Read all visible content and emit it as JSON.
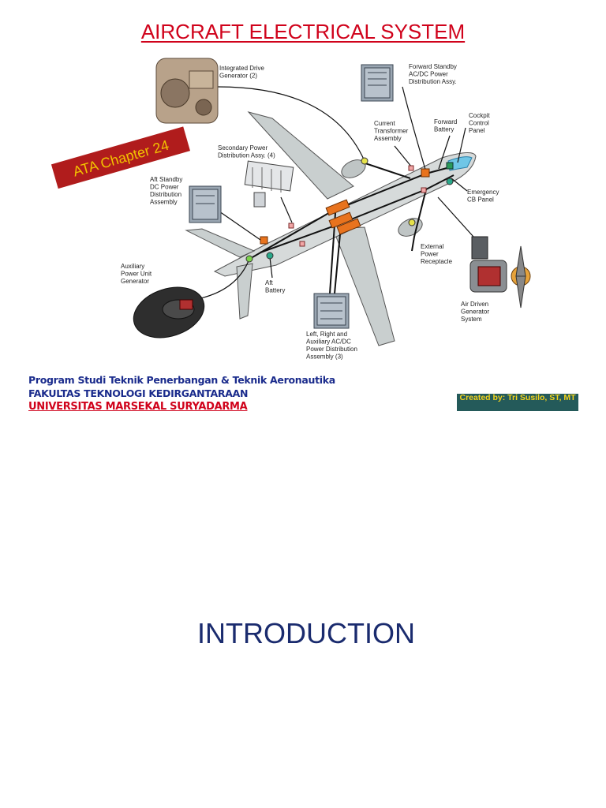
{
  "title": "AIRCRAFT ELECTRICAL SYSTEM",
  "ata_label": "ATA Chapter 24",
  "diagram": {
    "labels": {
      "idg": [
        "Integrated Drive",
        "Generator (2)"
      ],
      "fwd_standby": [
        "Forward Standby",
        "AC/DC Power",
        "Distribution Assy."
      ],
      "current_transformer": [
        "Current",
        "Transformer",
        "Assembly"
      ],
      "fwd_battery": [
        "Forward",
        "Battery"
      ],
      "cockpit_panel": [
        "Cockpit",
        "Control",
        "Panel"
      ],
      "secondary_power": [
        "Secondary Power",
        "Distribution Assy. (4)"
      ],
      "aft_standby": [
        "Aft Standby",
        "DC Power",
        "Distribution",
        "Assembly"
      ],
      "emergency_cb": [
        "Emergency",
        "CB Panel"
      ],
      "external_power": [
        "External",
        "Power",
        "Receptacle"
      ],
      "apu_generator": [
        "Auxiliary",
        "Power Unit",
        "Generator"
      ],
      "aft_battery": [
        "Aft",
        "Battery"
      ],
      "lr_aux": [
        "Left, Right and",
        "Auxiliary AC/DC",
        "Power Distribution",
        "Assembly (3)"
      ],
      "air_driven": [
        "Air Driven",
        "Generator",
        "System"
      ]
    }
  },
  "footer": {
    "line1": "Program Studi Teknik Penerbangan & Teknik Aeronautika",
    "line2": "FAKULTAS TEKNOLOGI KEDIRGANTARAAN",
    "line3": "UNIVERSITAS MARSEKAL SURYADARMA"
  },
  "credit": "Created by: Tri Susilo, ST, MT",
  "section_heading": "INTRODUCTION",
  "colors": {
    "title": "#d0021b",
    "navy": "#1a2b8c",
    "ata_bg": "#b01c1c",
    "ata_text": "#f2c200",
    "credit_bg": "#245a5a",
    "credit_text": "#f2d21c",
    "aircraft_skin": "#c9cfcf",
    "box_orange": "#e8731e"
  }
}
